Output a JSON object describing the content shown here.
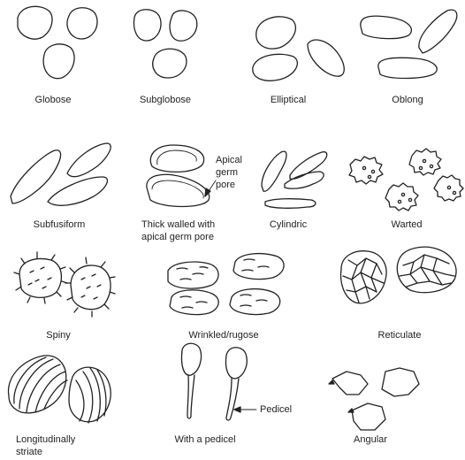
{
  "labels": {
    "globose": "Globose",
    "subglobose": "Subglobose",
    "elliptical": "Elliptical",
    "oblong": "Oblong",
    "subfusiform": "Subfusiform",
    "thick_walled_1": "Thick walled with",
    "thick_walled_2": "apical germ pore",
    "apical_1": "Apical",
    "apical_2": "germ",
    "apical_3": "pore",
    "cylindric": "Cylindric",
    "warted": "Warted",
    "spiny": "Spiny",
    "wrinkled": "Wrinkled/rugose",
    "reticulate": "Reticulate",
    "striate_1": "Longitudinally",
    "striate_2": "striate",
    "pedicel_label": "With a pedicel",
    "pedicel_callout": "Pedicel",
    "angular": "Angular"
  }
}
